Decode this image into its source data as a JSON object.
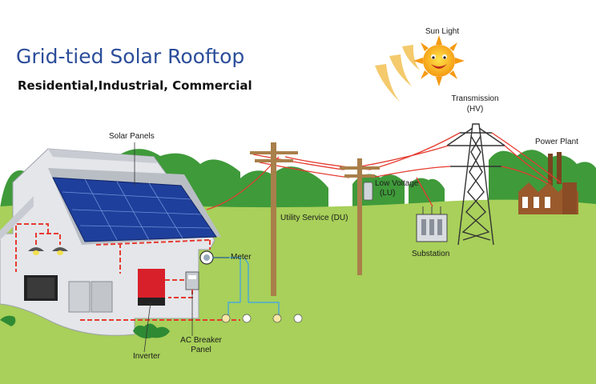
{
  "header": {
    "title": "Grid-tied Solar Rooftop",
    "subtitle": "Residential,Industrial, Commercial"
  },
  "labels": {
    "sun_light": "Sun Light",
    "transmission": "Transmission",
    "transmission_hv": "(HV)",
    "power_plant": "Power Plant",
    "solar_panels": "Solar Panels",
    "low_voltage": "Low Voltage",
    "low_voltage_lu": "(LU)",
    "utility_service": "Utility Service (DU)",
    "substation": "Substation",
    "meter": "Meter",
    "inverter": "Inverter",
    "ac_breaker": "AC Breaker",
    "panel": "Panel"
  },
  "colors": {
    "sky": "#ffffff",
    "grass": "#a8d05a",
    "trees": "#3f9a3a",
    "title": "#2b4d9a",
    "panel": "#1f3f9c",
    "wire": "#e53a2f",
    "pole": "#a97f4a",
    "inverter": "#d8202a",
    "factory": "#9a5a2c"
  }
}
